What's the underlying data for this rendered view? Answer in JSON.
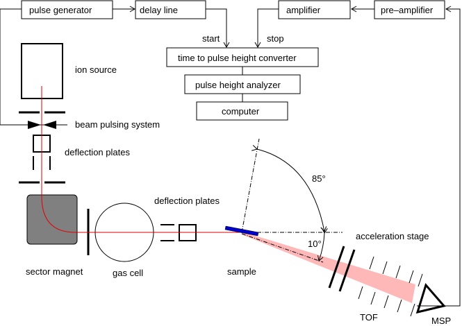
{
  "diagram": {
    "title": "TOF ion scattering setup",
    "colors": {
      "beam": "#e00000",
      "scattered_beam": "#ffb8b8",
      "sample": "#0000cc",
      "magnet": "#808080",
      "line": "#000000"
    },
    "electronics": {
      "pulse_generator": "pulse generator",
      "delay_line": "delay line",
      "amplifier": "amplifier",
      "pre_amplifier": "pre–amplifier",
      "tphc": "time to pulse height converter",
      "pha": "pulse height analyzer",
      "computer": "computer",
      "start": "start",
      "stop": "stop"
    },
    "beamline": {
      "ion_source": "ion source",
      "beam_pulsing": "beam pulsing system",
      "deflection_plates_1": "deflection plates",
      "sector_magnet": "sector magnet",
      "gas_cell": "gas cell",
      "deflection_plates_2": "deflection plates",
      "sample": "sample",
      "acceleration_stage": "acceleration stage",
      "tof": "TOF",
      "msp": "MSP"
    },
    "angles": {
      "large": "85°",
      "small": "10°"
    }
  }
}
